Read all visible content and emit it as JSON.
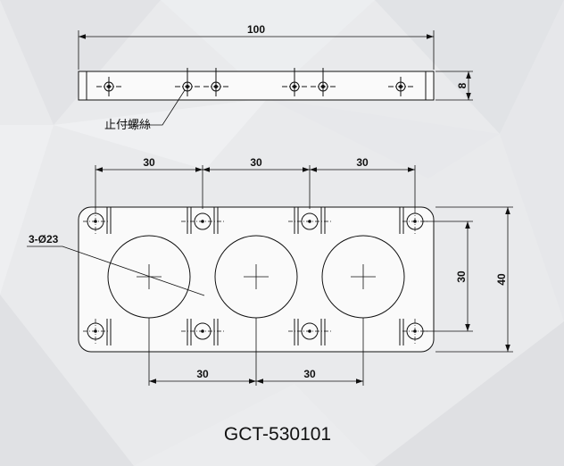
{
  "drawing": {
    "part_number": "GCT-530101",
    "side_view": {
      "length_label": "100",
      "thickness_label": "8",
      "setscrew_callout": "止付螺絲"
    },
    "top_view": {
      "pitch_top_labels": [
        "30",
        "30",
        "30"
      ],
      "pitch_bottom_labels": [
        "30",
        "30"
      ],
      "hole_callout": "3-Ø23",
      "vertical_pitch_label": "30",
      "height_label": "40"
    }
  }
}
